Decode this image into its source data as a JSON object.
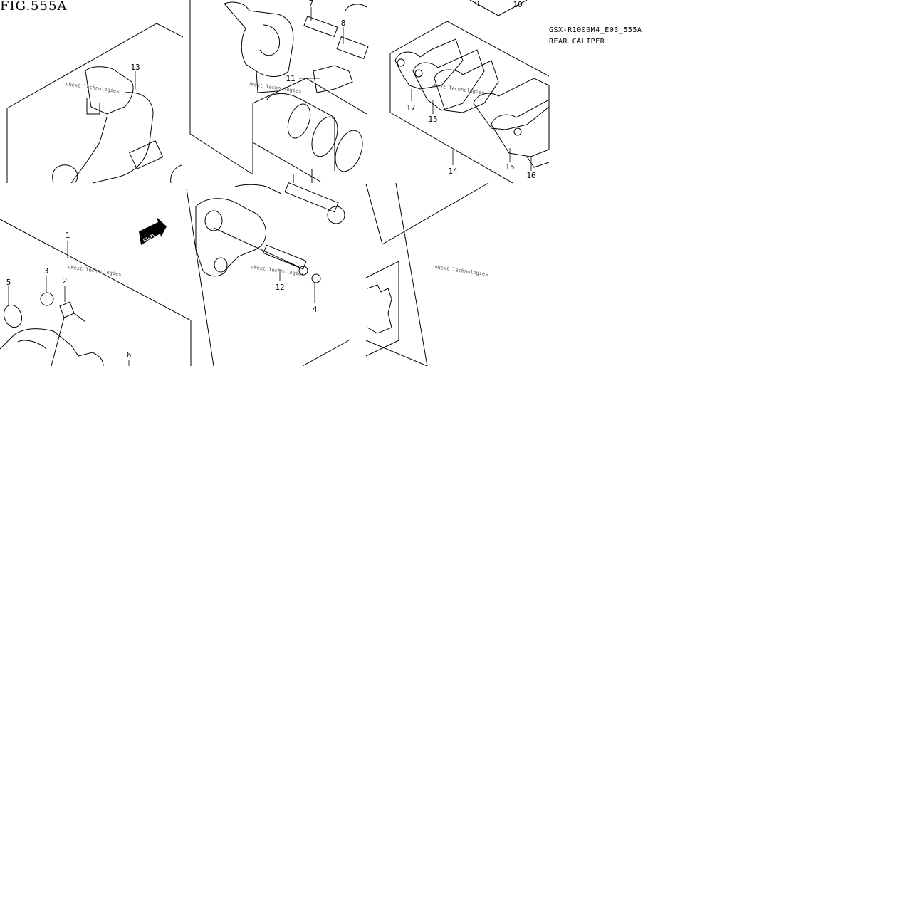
{
  "figure": {
    "title": "FIG.555A"
  },
  "model": {
    "code": "GSX-R1000M4_E03_555A",
    "name": "REAR CALIPER"
  },
  "watermark": "vNext Technologies",
  "fwd_label": "FWD",
  "callouts": [
    "1",
    "2",
    "3",
    "4",
    "5",
    "6",
    "7",
    "8",
    "9",
    "10",
    "11",
    "12",
    "13",
    "14",
    "15",
    "15",
    "16",
    "17"
  ]
}
